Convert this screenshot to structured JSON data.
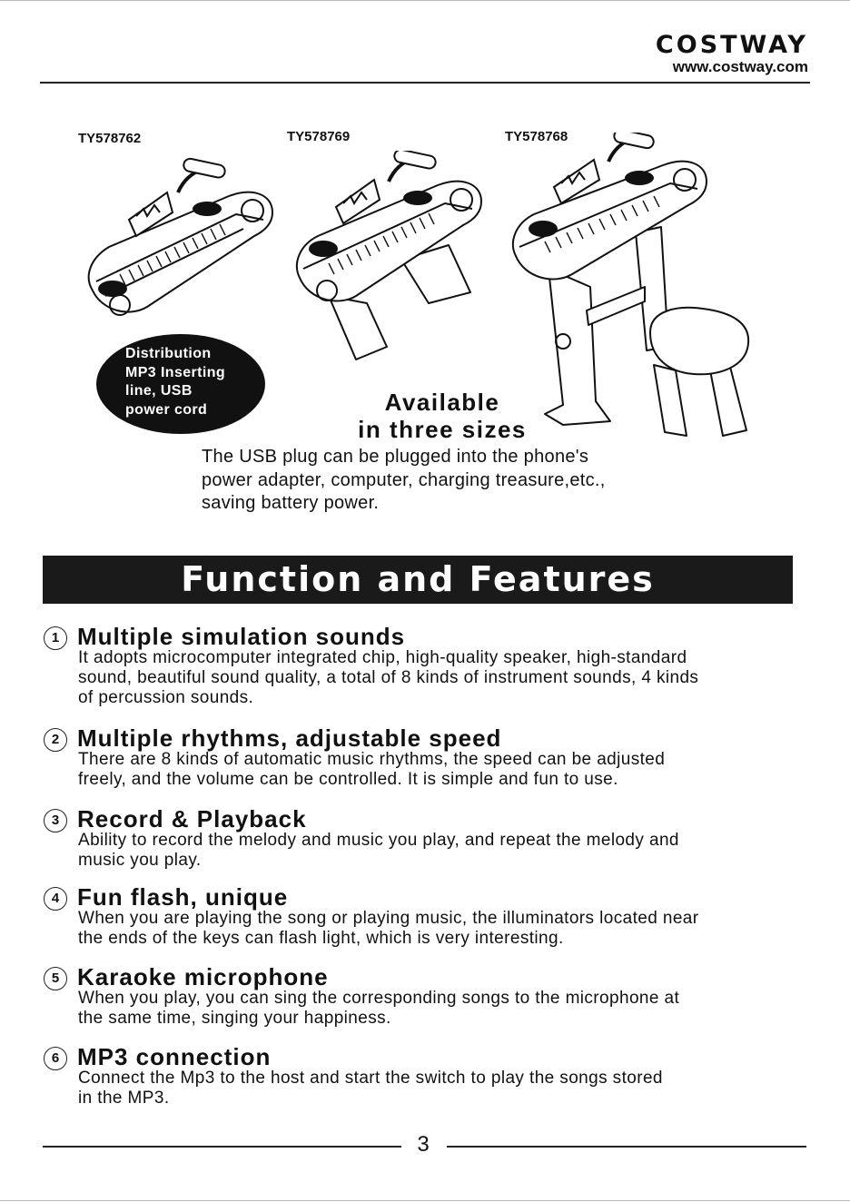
{
  "header": {
    "brand": "COSTWAY",
    "url": "www.costway.com"
  },
  "models": [
    {
      "label": "TY578762",
      "icon": "keyboard-tabletop-icon"
    },
    {
      "label": "TY578769",
      "icon": "keyboard-a-frame-stand-icon"
    },
    {
      "label": "TY578768",
      "icon": "keyboard-table-stool-icon"
    }
  ],
  "badge": {
    "text": "Distribution\nMP3 Inserting\nline, USB\npower cord"
  },
  "sizes_note": "Available\nin three sizes",
  "usb_note": "The USB plug can be plugged into the phone's\npower adapter, computer, charging treasure,etc.,\nsaving battery power.",
  "section_title": "Function and Features",
  "features": [
    {
      "number": "1",
      "title": "Multiple simulation sounds",
      "body": "It adopts microcomputer integrated chip, high-quality speaker, high-standard\nsound, beautiful sound quality, a total of 8 kinds of instrument sounds, 4 kinds\nof percussion sounds."
    },
    {
      "number": "2",
      "title": "Multiple rhythms, adjustable speed",
      "body": "There are 8 kinds of automatic music rhythms, the speed can be adjusted\nfreely, and the volume can be controlled. It is simple and fun to use."
    },
    {
      "number": "3",
      "title": "Record & Playback",
      "body": "Ability to record the melody and music you play, and repeat the melody and\nmusic you play."
    },
    {
      "number": "4",
      "title": "Fun flash, unique",
      "body": "When you are playing the song or playing music, the illuminators located near\nthe ends of the keys can flash light, which is very interesting."
    },
    {
      "number": "5",
      "title": "Karaoke microphone",
      "body": "When you play, you can sing the corresponding songs to the microphone at\nthe  same time, singing your happiness."
    },
    {
      "number": "6",
      "title": "MP3 connection",
      "body": "Connect the Mp3  to the host and start the switch to play the songs stored\nin the MP3."
    }
  ],
  "footer": {
    "page_number": "3"
  }
}
